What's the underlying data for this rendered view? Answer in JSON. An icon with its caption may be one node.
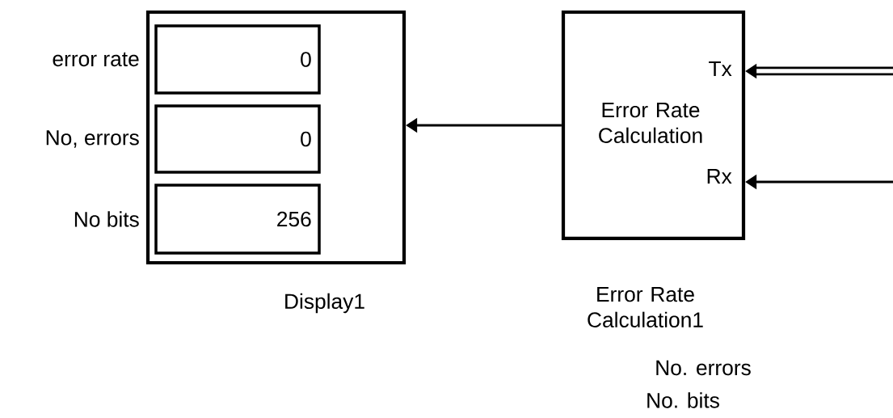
{
  "diagram": {
    "nodes": [
      {
        "text": [],
        "shape": "box",
        "beside": [
          "Display1"
        ]
      },
      {
        "text": [
          "0"
        ],
        "in": 0,
        "beside": [
          "error rate"
        ]
      },
      {
        "text": [
          "0"
        ],
        "in": 0,
        "beside": [
          "No, errors"
        ]
      },
      {
        "text": [
          "256"
        ],
        "in": 0,
        "beside": [
          "No bits"
        ]
      },
      {
        "text": [
          "Tx",
          "Error Rate Calculation",
          "Rx"
        ],
        "beside": [
          "Error Rate Calculation1"
        ]
      }
    ],
    "edges": [
      {
        "from": 4,
        "to": 0,
        "arrow": "to"
      },
      {
        "from": null,
        "to": 4,
        "arrow": "to",
        "style": "thick"
      },
      {
        "from": null,
        "to": 4,
        "arrow": "to"
      }
    ],
    "labels": [
      "No. errors",
      "No. bits"
    ]
  }
}
